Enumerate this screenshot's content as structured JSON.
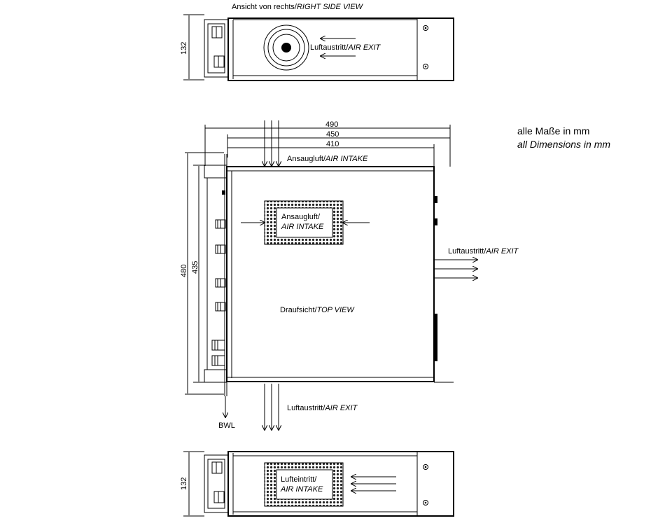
{
  "right_side_view": {
    "title": "Ansicht von rechts/",
    "title_en": "RIGHT SIDE VIEW",
    "exit_de": "Luftaustritt/",
    "exit_en": "AIR EXIT",
    "height_dim": "132"
  },
  "top_view": {
    "dim_490": "490",
    "dim_450": "450",
    "dim_410": "410",
    "dim_480": "480",
    "dim_435": "435",
    "intake_top_de": "Ansaugluft/",
    "intake_top_en": "AIR INTAKE",
    "intake_filter_de": "Ansaugluft/",
    "intake_filter_en": "AIR INTAKE",
    "exit_right_de": "Luftaustritt/",
    "exit_right_en": "AIR EXIT",
    "view_de": "Draufsicht/",
    "view_en": "TOP VIEW",
    "exit_bottom_de": "Luftaustritt/",
    "exit_bottom_en": "AIR EXIT",
    "bwl": "BWL"
  },
  "bottom_view": {
    "intake_de": "Lufteintritt/",
    "intake_en": "AIR INTAKE",
    "height_dim": "132"
  },
  "notes": {
    "de": "alle Maße in mm",
    "en": "all Dimensions in mm"
  }
}
